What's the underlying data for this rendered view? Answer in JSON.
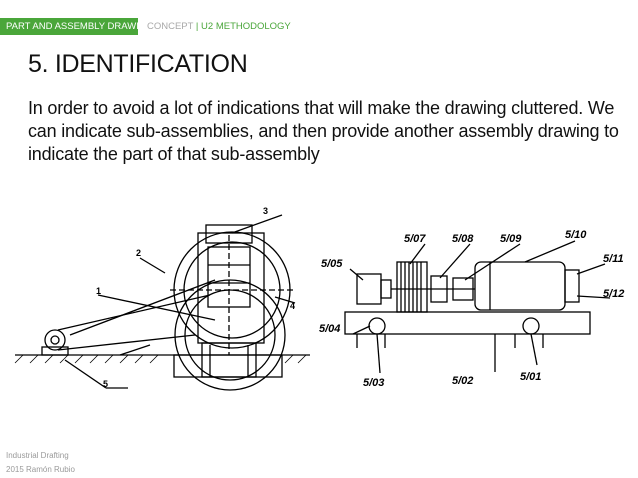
{
  "header": {
    "tag_label": "PART AND ASSEMBLY DRAWING",
    "breadcrumb_left": "CONCEPT",
    "breadcrumb_sep": "|",
    "breadcrumb_right": "U2 METHODOLOGY"
  },
  "slide": {
    "title": "5. IDENTIFICATION",
    "body": "In order to avoid a lot of indications that will make the drawing cluttered. We can indicate sub-assemblies, and then provide another assembly drawing to indicate the part of that sub-assembly"
  },
  "drawing_left": {
    "labels": [
      "1",
      "2",
      "3",
      "4",
      "5"
    ]
  },
  "drawing_right": {
    "labels": [
      "5/01",
      "5/02",
      "5/03",
      "5/04",
      "5/05",
      "5/07",
      "5/08",
      "5/09",
      "5/10",
      "5/11",
      "5/12"
    ]
  },
  "footer": {
    "line1": "Industrial Drafting",
    "line2": "2015 Ramón Rubio"
  },
  "colors": {
    "accent": "#4aa63a",
    "muted": "#a9a9a9"
  }
}
